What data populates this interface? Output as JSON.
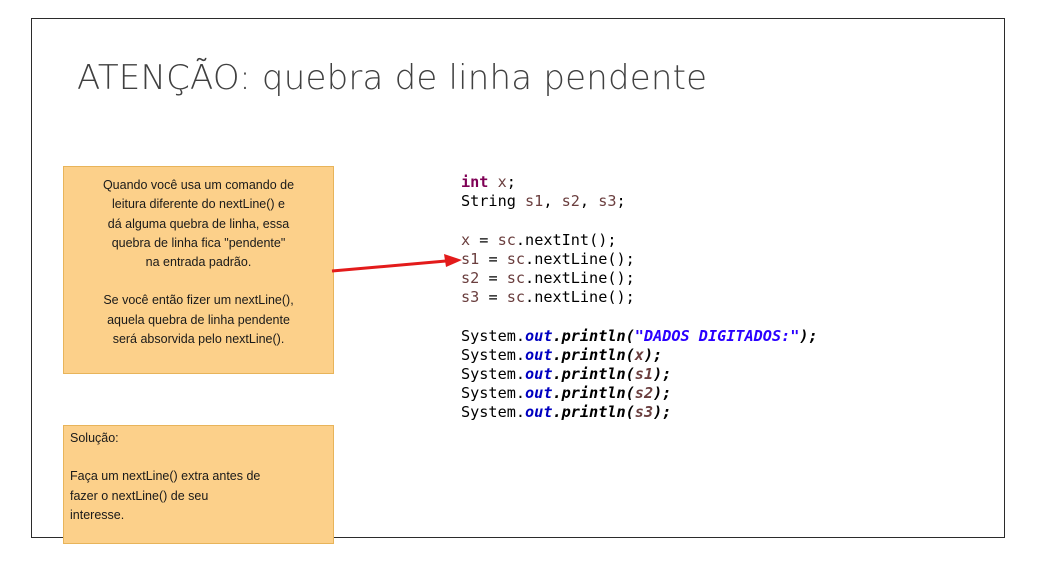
{
  "title": "ATENÇÃO: quebra de linha pendente",
  "note1": {
    "paragraph1": "Quando você usa um comando de\nleitura diferente do nextLine() e\ndá alguma quebra de linha, essa\nquebra de linha fica \"pendente\"\nna entrada padrão.",
    "paragraph2": "Se você então fizer um nextLine(),\naquela quebra de linha pendente\nserá absorvida pelo nextLine()."
  },
  "note2": {
    "heading": "Solução:",
    "body": "Faça um nextLine() extra antes de\nfazer o nextLine() de seu\ninteresse."
  },
  "code": {
    "kw_int": "int",
    "v_x": "x",
    "t_string": "String",
    "v_s1": "s1",
    "v_s2": "s2",
    "v_s3": "s3",
    "sc": "sc",
    "m_nextInt": "nextInt",
    "m_nextLine": "nextLine",
    "system": "System",
    "f_out": "out",
    "m_println": "println",
    "str_dados": "\"DADOS DIGITADOS:\""
  },
  "colors": {
    "note_fill": "#fcd08a",
    "arrow": "#e31b1b",
    "keyword": "#7f0055",
    "variable": "#6a3e3e",
    "field": "#0000c0",
    "string": "#2a00ff"
  }
}
